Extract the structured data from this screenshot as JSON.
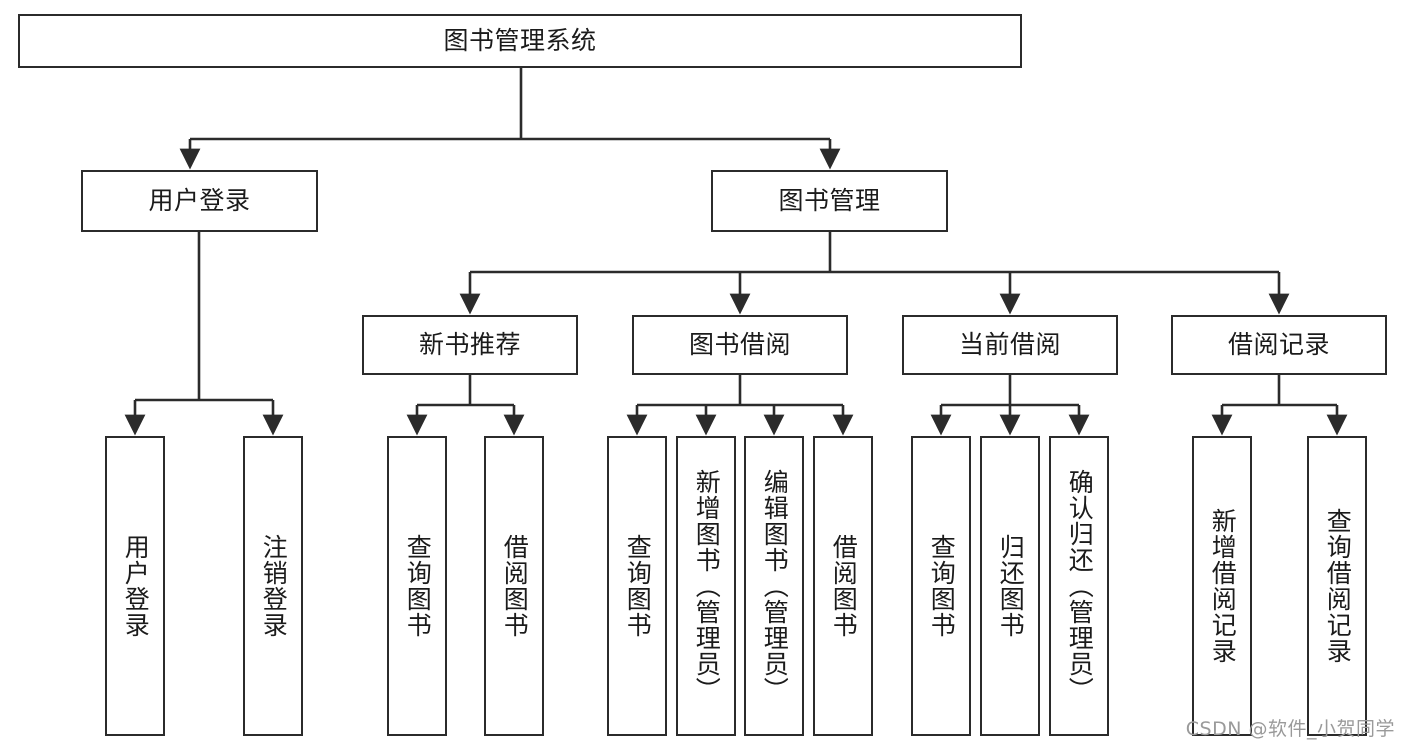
{
  "diagram": {
    "title": "图书管理系统",
    "type": "tree-hierarchy",
    "levels": 4,
    "colors": {
      "stroke": "#2b2b2b",
      "fill": "#ffffff",
      "text": "#1b1b1b",
      "watermark": "#9a9a9a"
    },
    "root": {
      "label": "图书管理系统"
    },
    "level2": [
      {
        "label": "用户登录"
      },
      {
        "label": "图书管理"
      }
    ],
    "level3": [
      {
        "label": "新书推荐"
      },
      {
        "label": "图书借阅"
      },
      {
        "label": "当前借阅"
      },
      {
        "label": "借阅记录"
      }
    ],
    "leaves": [
      {
        "label": "用户登录",
        "parent": "用户登录"
      },
      {
        "label": "注销登录",
        "parent": "用户登录"
      },
      {
        "label": "查询图书",
        "parent": "新书推荐"
      },
      {
        "label": "借阅图书",
        "parent": "新书推荐"
      },
      {
        "label": "查询图书",
        "parent": "图书借阅"
      },
      {
        "label": "新增图书（管理员）",
        "parent": "图书借阅"
      },
      {
        "label": "编辑图书（管理员）",
        "parent": "图书借阅"
      },
      {
        "label": "借阅图书",
        "parent": "图书借阅"
      },
      {
        "label": "查询图书",
        "parent": "当前借阅"
      },
      {
        "label": "归还图书",
        "parent": "当前借阅"
      },
      {
        "label": "确认归还（管理员）",
        "parent": "当前借阅"
      },
      {
        "label": "新增借阅记录",
        "parent": "借阅记录"
      },
      {
        "label": "查询借阅记录",
        "parent": "借阅记录"
      }
    ]
  },
  "watermark": {
    "text": "CSDN @软件_小贺同学"
  }
}
